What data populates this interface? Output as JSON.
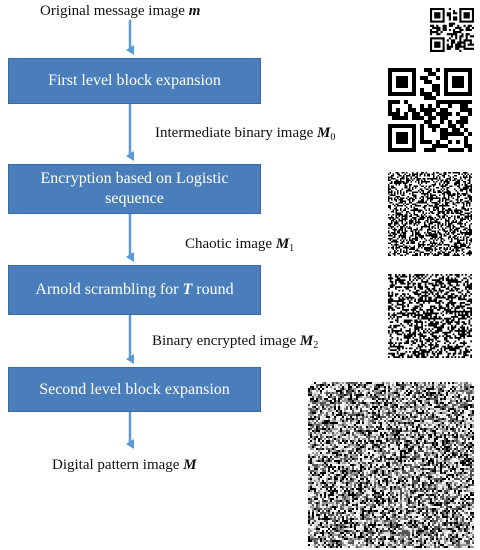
{
  "labels": {
    "m": {
      "text": "Original message image ",
      "sym": "m",
      "sub": ""
    },
    "m0": {
      "text": "Intermediate binary image ",
      "sym": "M",
      "sub": "0"
    },
    "m1": {
      "text": "Chaotic image ",
      "sym": "M",
      "sub": "1"
    },
    "m2": {
      "text": "Binary encrypted image ",
      "sym": "M",
      "sub": "2"
    },
    "mf": {
      "text": "Digital pattern image ",
      "sym": "M",
      "sub": ""
    }
  },
  "boxes": {
    "b1": "First level block expansion",
    "b2": "Encryption based on Logistic sequence",
    "b3a": "Arnold scrambling for ",
    "b3sym": "T",
    "b3b": " round",
    "b4": "Second level block expansion"
  },
  "colors": {
    "box_fill": "#4a7ebb",
    "arrow": "#5b9bd5"
  },
  "icons": [
    "qr-code-small-icon",
    "qr-code-large-icon",
    "chaotic-noise-image",
    "scrambled-noise-image",
    "digital-pattern-image"
  ]
}
